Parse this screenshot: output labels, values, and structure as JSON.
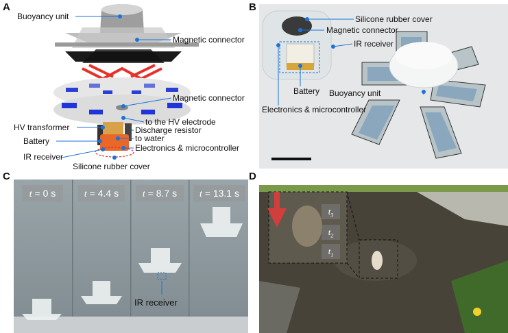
{
  "panels": {
    "a": {
      "letter": "A",
      "labels": {
        "buoyancy": "Buoyancy unit",
        "magnetic_top": "Magnetic connector",
        "magnetic_mid": "Magnetic connector",
        "hv_electrode": "to the HV electrode",
        "hv_transformer": "HV transformer",
        "discharge": "Discharge resistor",
        "battery": "Battery",
        "water": "to water",
        "electronics": "Electronics & microcontroller",
        "ir": "IR receiver",
        "silicone": "Silicone rubber cover"
      }
    },
    "b": {
      "letter": "B",
      "labels": {
        "silicone": "Silicone rubber cover",
        "magnetic": "Magnetic connector",
        "ir": "IR receiver",
        "battery": "Battery",
        "buoyancy": "Buoyancy unit",
        "electronics": "Electronics & microcontroller"
      }
    },
    "c": {
      "letter": "C",
      "times": [
        {
          "var": "t",
          "rest": " = 0 s"
        },
        {
          "var": "t",
          "rest": " = 4.4 s"
        },
        {
          "var": "t",
          "rest": " = 8.7 s"
        },
        {
          "var": "t",
          "rest": " = 13.1 s"
        }
      ],
      "ir_label": "IR receiver"
    },
    "d": {
      "letter": "D",
      "markers": [
        {
          "var": "t",
          "sub": "3"
        },
        {
          "var": "t",
          "sub": "2"
        },
        {
          "var": "t",
          "sub": "1"
        }
      ]
    }
  },
  "colors": {
    "label_dot": "#1a73d9",
    "red_part": "#e8302a",
    "blue_part": "#2a3fd6",
    "orange_part": "#e8682a",
    "water_gray": "#8e9aa0"
  }
}
